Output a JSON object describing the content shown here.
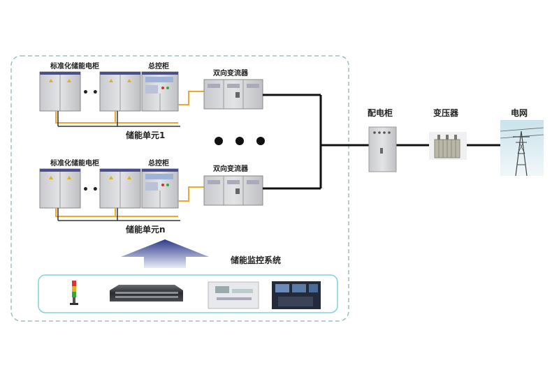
{
  "labels": {
    "cabinet_group": "标准化储能电柜",
    "master_control": "总控柜",
    "converter": "双向变流器",
    "unit_1": "储能单元1",
    "unit_n": "储能单元n",
    "monitoring_system": "储能监控系统",
    "distribution_cabinet": "配电柜",
    "transformer": "变压器",
    "grid": "电网",
    "ellipsis": "•  •  •"
  },
  "colors": {
    "cabinet_fill": "#d9dadc",
    "cabinet_top": "#4a4f8a",
    "orange_line": "#f0a830",
    "frame_border": "#9dbfbf",
    "monitor_border": "#7fd3e0",
    "arrow_top": "#2e3a8c",
    "arrow_bottom": "#e8ebf5",
    "power_line": "#111111"
  }
}
